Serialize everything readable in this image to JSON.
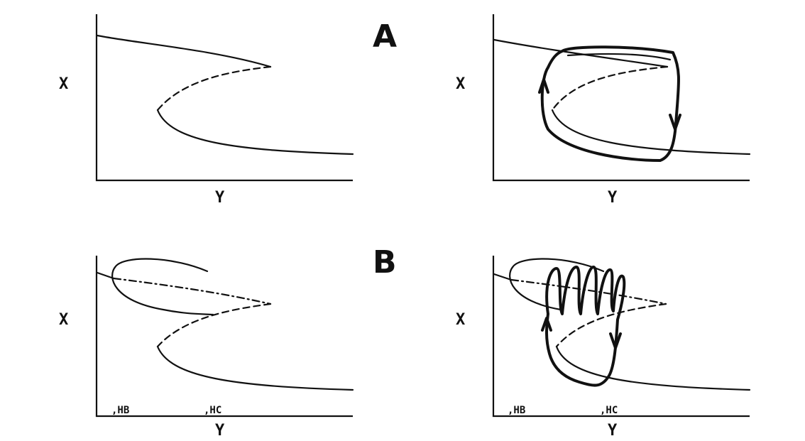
{
  "rows": [
    {
      "label": "A"
    },
    {
      "label": "B"
    }
  ],
  "axes": {
    "x_label": "X",
    "y_label": "Y"
  },
  "ticks": {
    "hb": ",HB",
    "hc": ",HC"
  }
}
